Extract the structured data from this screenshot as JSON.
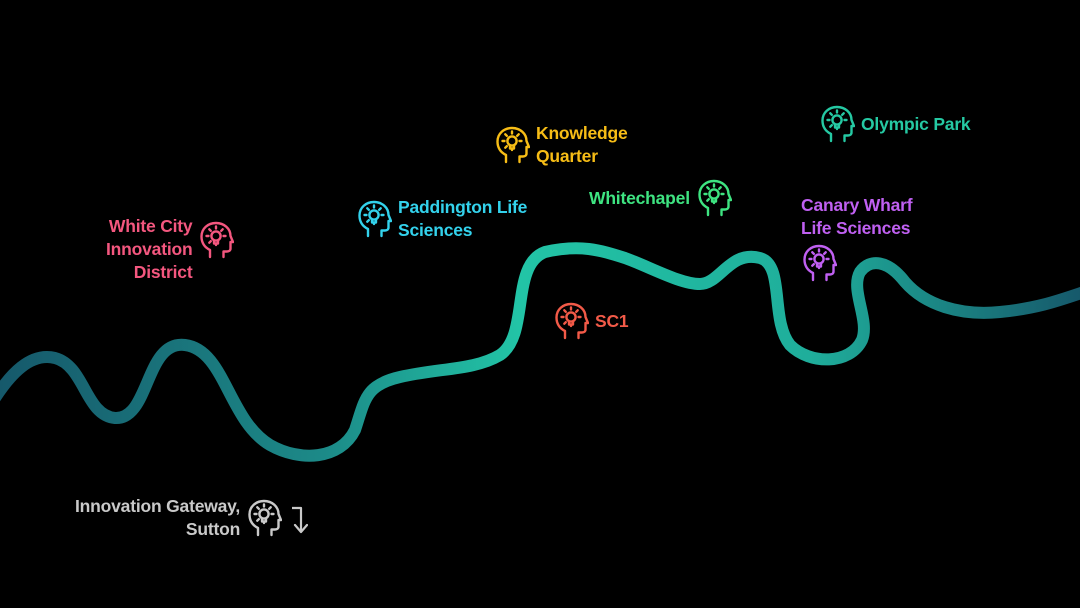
{
  "colors": {
    "background": "#000000",
    "river_dark": "#16596b",
    "river_light": "#22c4a6"
  },
  "locations": [
    {
      "name": "White City Innovation District",
      "lines": [
        "White City",
        "Innovation",
        "District"
      ],
      "color": "#f4577f",
      "icon": "head-lightbulb-icon"
    },
    {
      "name": "Paddington Life Sciences",
      "lines": [
        "Paddington Life",
        "Sciences"
      ],
      "color": "#33d2ec",
      "icon": "head-lightbulb-icon"
    },
    {
      "name": "Knowledge Quarter",
      "lines": [
        "Knowledge",
        "Quarter"
      ],
      "color": "#f7bd16",
      "icon": "head-lightbulb-icon"
    },
    {
      "name": "Whitechapel",
      "lines": [
        "Whitechapel"
      ],
      "color": "#3ee481",
      "icon": "head-lightbulb-icon"
    },
    {
      "name": "SC1",
      "lines": [
        "SC1"
      ],
      "color": "#f25a48",
      "icon": "head-lightbulb-icon"
    },
    {
      "name": "Olympic Park",
      "lines": [
        "Olympic Park"
      ],
      "color": "#25c9a3",
      "icon": "head-lightbulb-icon"
    },
    {
      "name": "Canary Wharf Life Sciences",
      "lines": [
        "Canary Wharf",
        "Life Sciences"
      ],
      "color": "#c060f2",
      "icon": "head-lightbulb-icon"
    },
    {
      "name": "Innovation Gateway, Sutton",
      "lines": [
        "Innovation Gateway,",
        "Sutton"
      ],
      "color": "#c9c9c9",
      "icon": "head-lightbulb-icon",
      "extra_icon": "arrow-down-icon"
    }
  ]
}
